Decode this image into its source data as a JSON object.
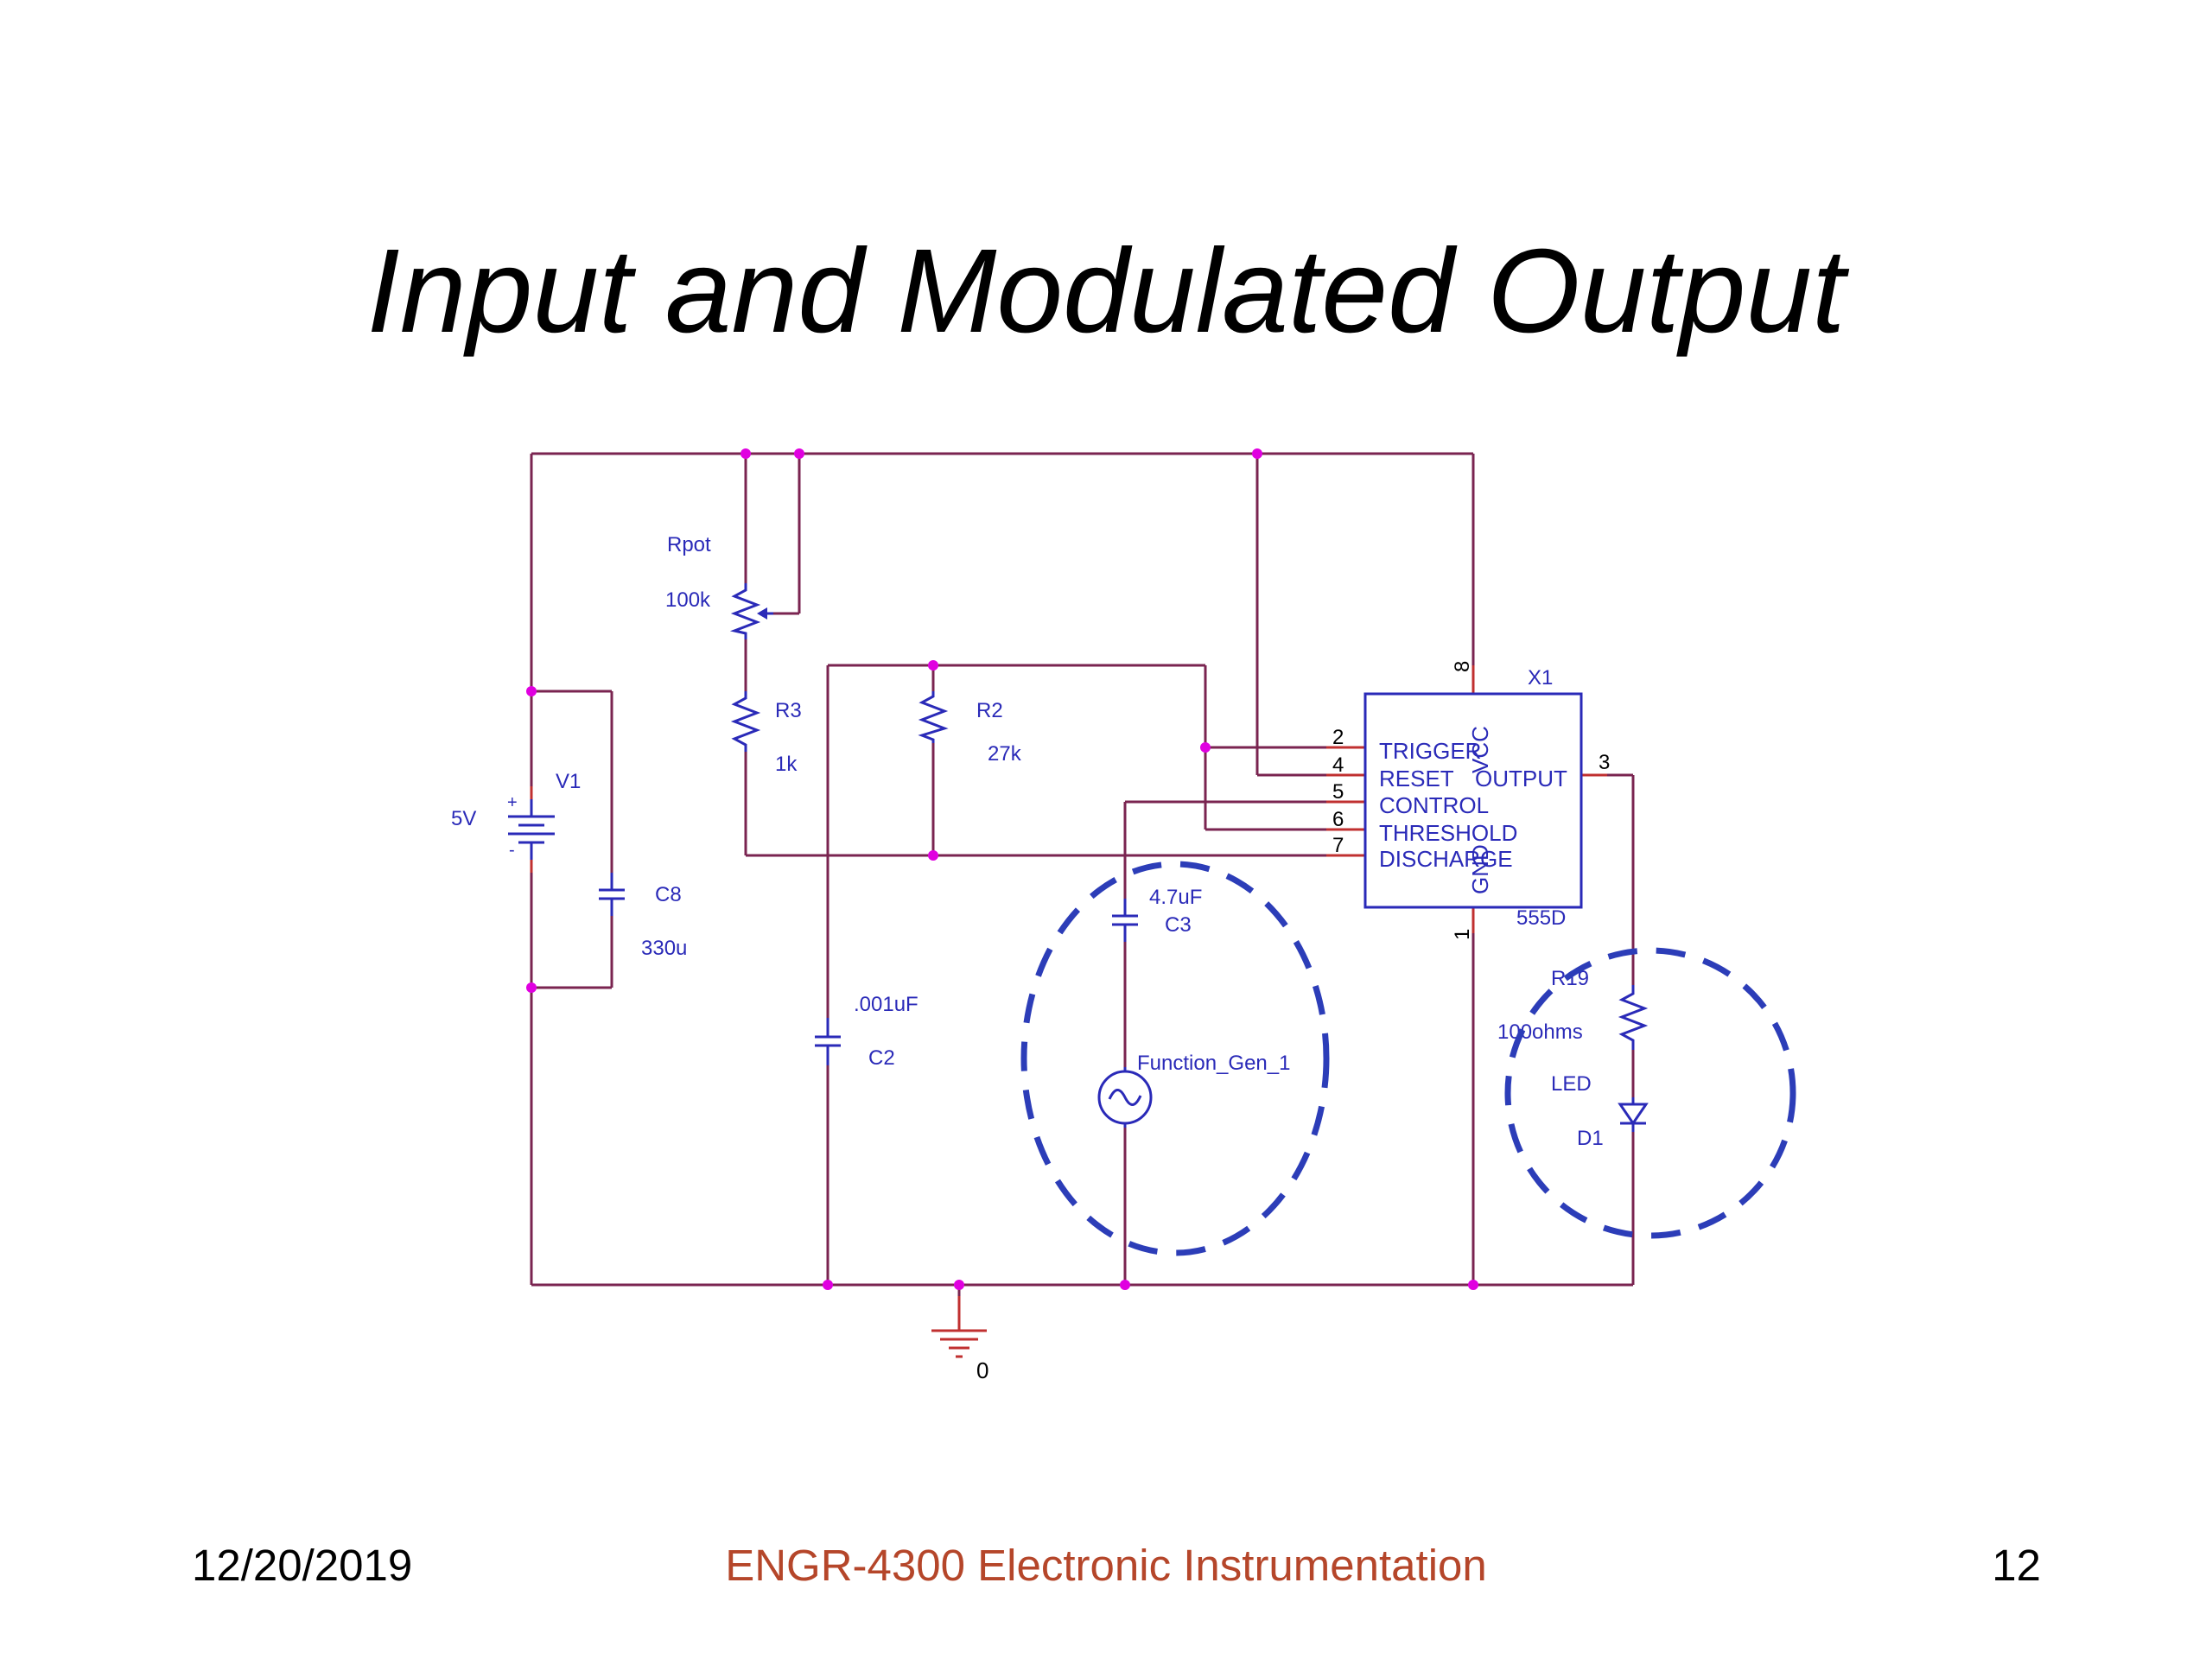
{
  "slide": {
    "title": "Input and Modulated Output",
    "footer_date": "12/20/2019",
    "footer_course": "ENGR-4300  Electronic Instrumentation",
    "footer_page": "12"
  },
  "colors": {
    "wire": "#7a2450",
    "component": "#2a2ab8",
    "pin": "#c03030",
    "junction": "#e000e0",
    "highlight": "#2c3db8",
    "footer_accent": "#b5462a"
  },
  "schematic": {
    "v1": {
      "name": "V1",
      "value": "5V",
      "plus": "+",
      "minus": "-"
    },
    "c8": {
      "name": "C8",
      "value": "330u"
    },
    "rpot": {
      "name": "Rpot",
      "value": "100k"
    },
    "r3": {
      "name": "R3",
      "value": "1k"
    },
    "r2": {
      "name": "R2",
      "value": "27k"
    },
    "c2": {
      "name": "C2",
      "value": ".001uF"
    },
    "c3": {
      "name": "C3",
      "value": "4.7uF"
    },
    "function_gen": {
      "name": "Function_Gen_1"
    },
    "ic": {
      "ref": "X1",
      "part": "555D",
      "left_pins": [
        {
          "num": "2",
          "label": "TRIGGER"
        },
        {
          "num": "4",
          "label": "RESET"
        },
        {
          "num": "5",
          "label": "CONTROL"
        },
        {
          "num": "6",
          "label": "THRESHOLD"
        },
        {
          "num": "7",
          "label": "DISCHARGE"
        }
      ],
      "output_label": "OUTPUT",
      "output_pin": "3",
      "vcc_label": "VCC",
      "vcc_pin": "8",
      "gnd_label": "GND",
      "gnd_pin": "1"
    },
    "r19": {
      "name": "R19",
      "value": "100ohms"
    },
    "d1": {
      "name": "D1",
      "value": "LED"
    },
    "ground": {
      "label": "0"
    }
  }
}
